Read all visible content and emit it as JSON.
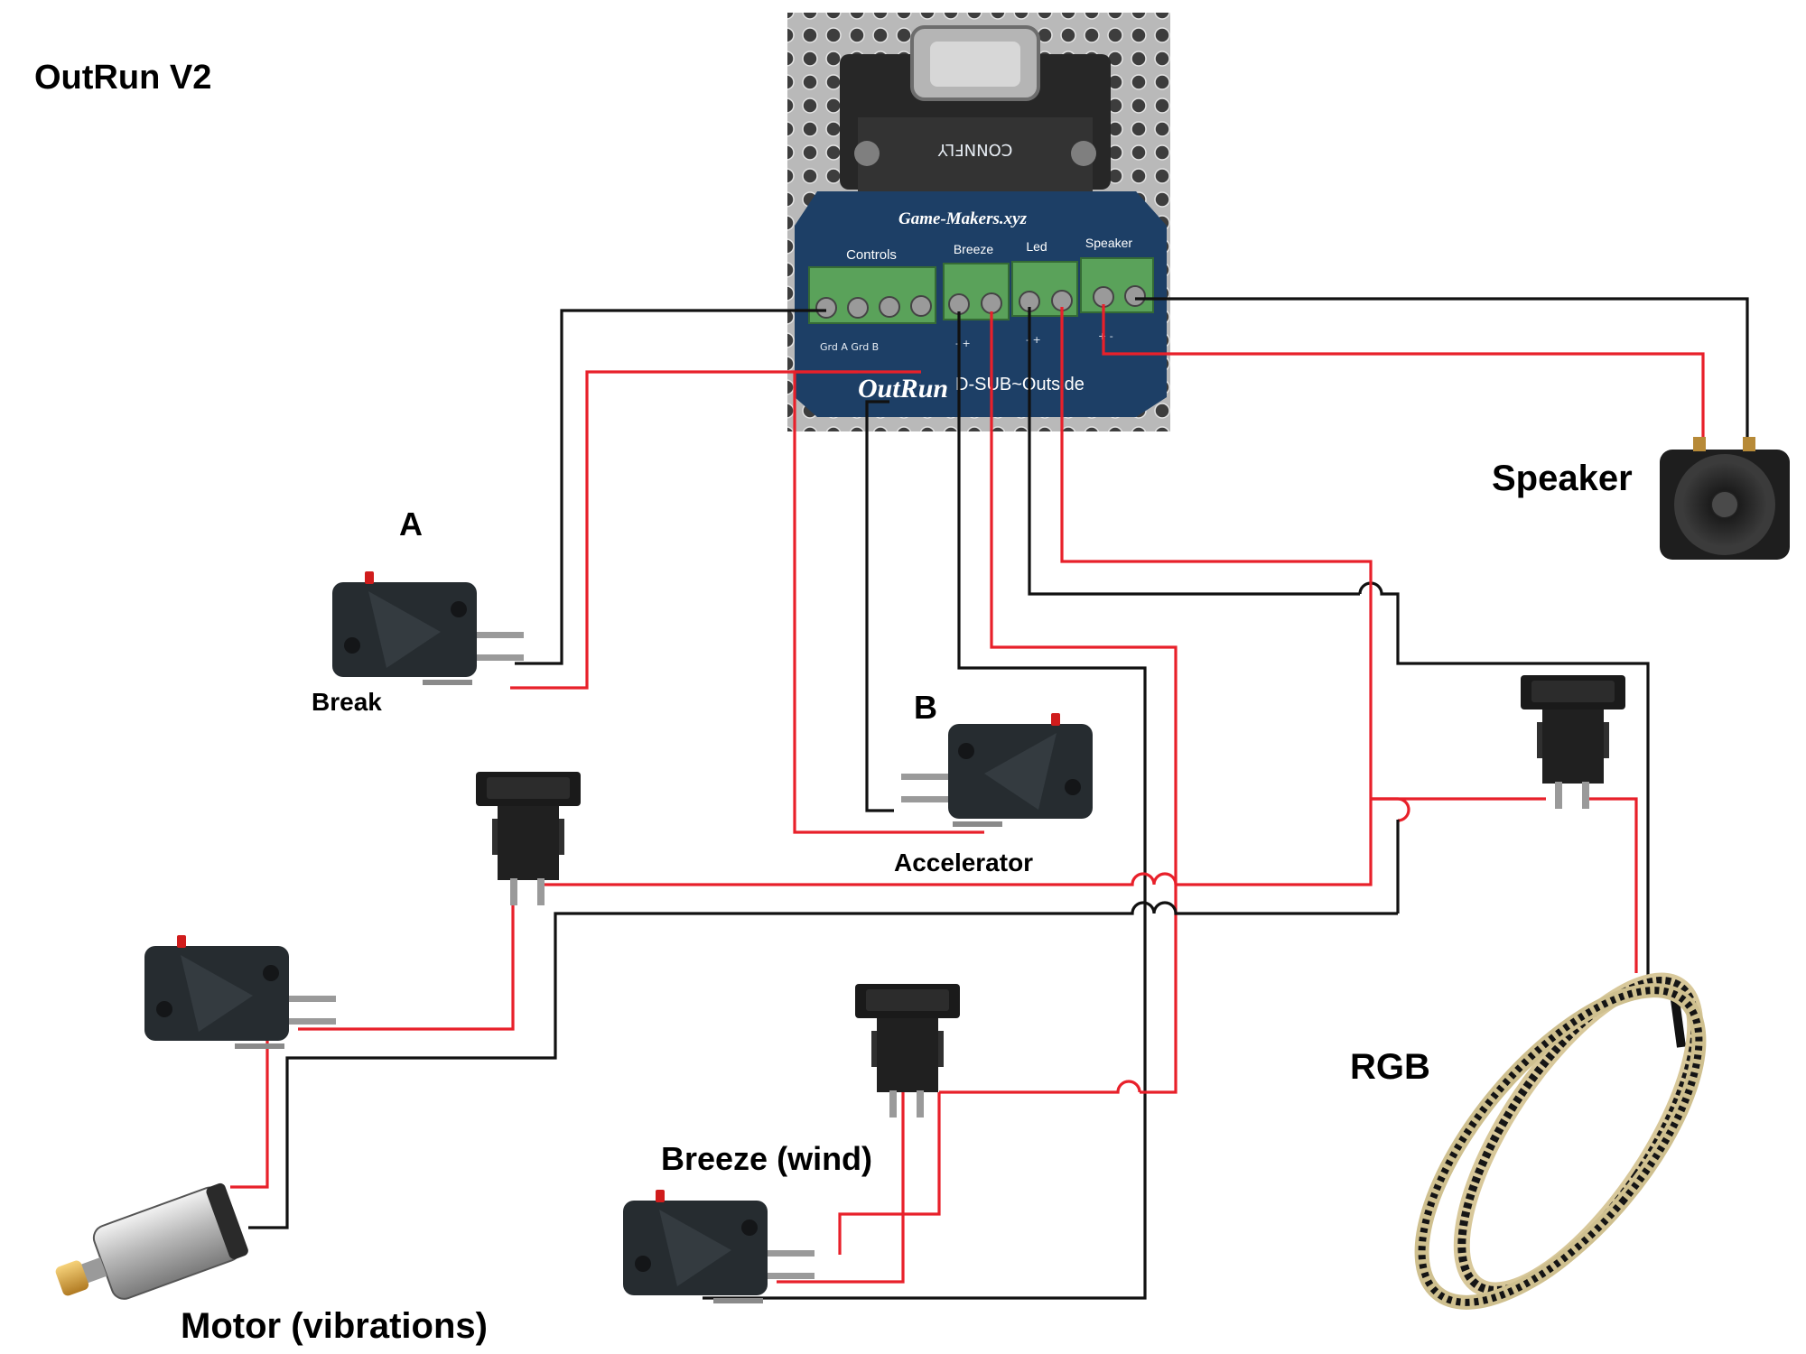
{
  "title": "OutRun V2",
  "board": {
    "brand_text": "Game-Makers.xyz",
    "logo_text": "OutRun",
    "board_caption": "D-SUB~Outside",
    "connector_marking": "CONNFLY",
    "terminal_groups": [
      {
        "label": "Controls",
        "pins": "Grd  A   Grd  B"
      },
      {
        "label": "Breeze",
        "pins": "-   +"
      },
      {
        "label": "Led",
        "pins": "-   +"
      },
      {
        "label": "Speaker",
        "pins": "+   -"
      }
    ]
  },
  "labels": {
    "A": "A",
    "B": "B",
    "break": "Break",
    "accelerator": "Accelerator",
    "speaker": "Speaker",
    "rgb": "RGB",
    "breeze": "Breeze (wind)",
    "motor": "Motor (vibrations)"
  },
  "colors": {
    "positive_wire": "#e8202a",
    "ground_wire": "#111111",
    "pcb": "#1d3f66",
    "terminal": "#5aa25a"
  },
  "icons": {
    "microswitch": "microswitch-icon",
    "rocker_switch": "rocker-switch-icon",
    "speaker": "speaker-icon",
    "motor": "vibration-motor-icon",
    "led_strip": "rgb-led-strip-icon"
  }
}
